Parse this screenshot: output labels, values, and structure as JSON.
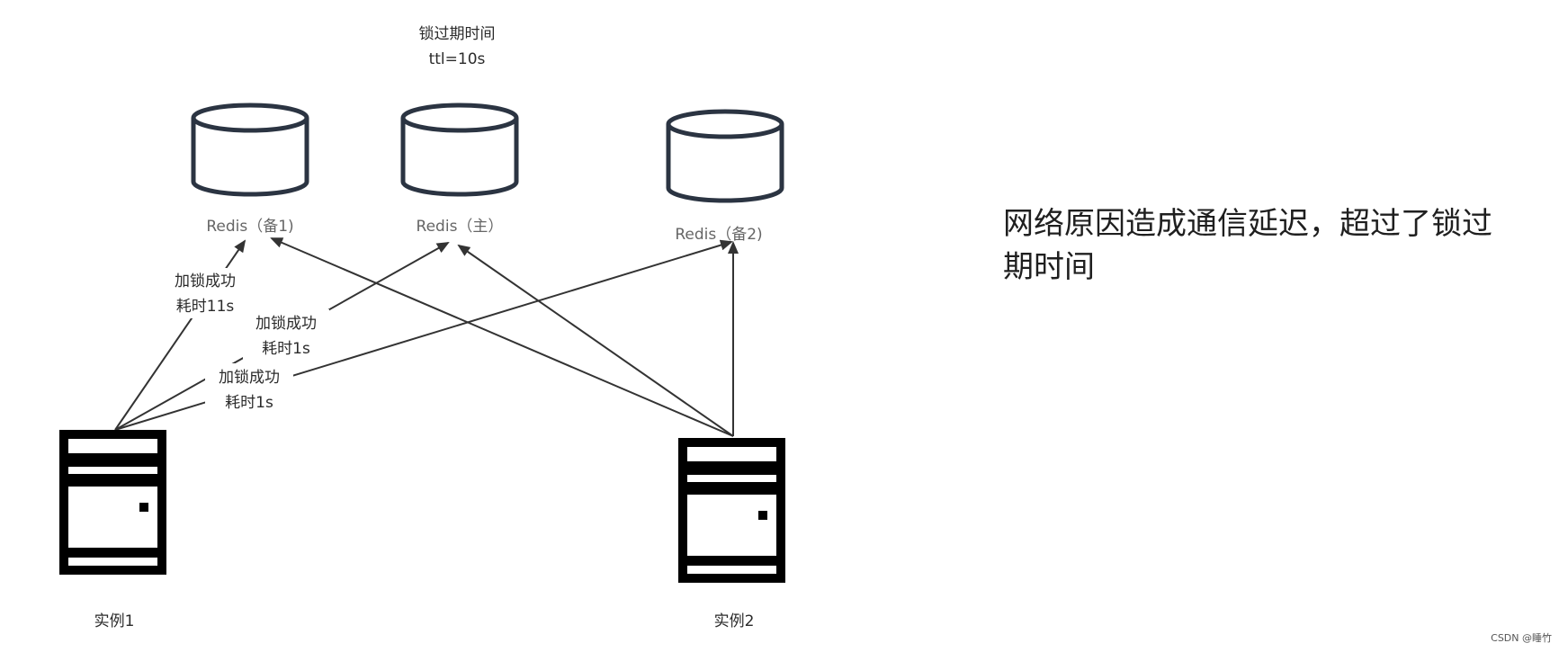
{
  "ttl_note": {
    "line1": "锁过期时间",
    "line2": "ttl=10s"
  },
  "redis_nodes": [
    {
      "id": "backup1",
      "label": "Redis（备1)"
    },
    {
      "id": "master",
      "label": "Redis（主）"
    },
    {
      "id": "backup2",
      "label": "Redis（备2)"
    }
  ],
  "instances": [
    {
      "id": "instance1",
      "label": "实例1"
    },
    {
      "id": "instance2",
      "label": "实例2"
    }
  ],
  "edge_labels": {
    "to_backup1": {
      "line1": "加锁成功",
      "line2": "耗时11s"
    },
    "to_master": {
      "line1": "加锁成功",
      "line2": "耗时1s"
    },
    "to_backup2": {
      "line1": "加锁成功",
      "line2": "耗时1s"
    }
  },
  "explanation": {
    "line1": "网络原因造成通信延迟，超过了锁过",
    "line2": "期时间"
  },
  "footer": "CSDN @睡竹",
  "colors": {
    "line": "#333333",
    "cylinder": "#2b3442",
    "server": "#000000"
  }
}
